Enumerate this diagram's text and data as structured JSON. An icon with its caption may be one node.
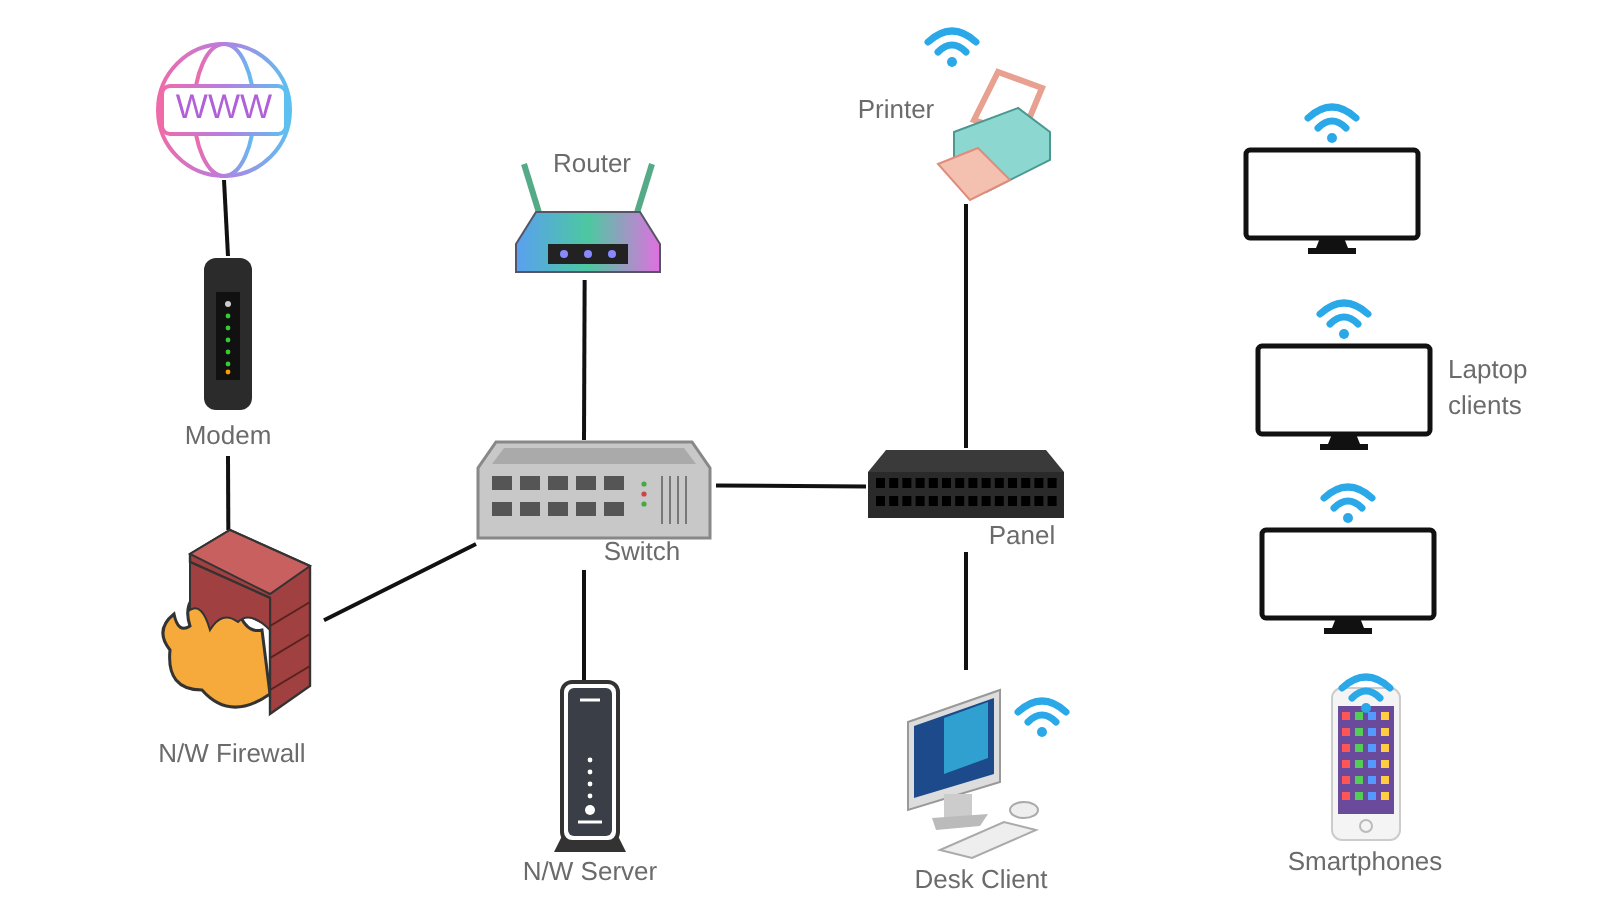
{
  "diagram": {
    "nodes": [
      {
        "text": [
          "WWW"
        ]
      },
      {
        "text": [
          "Modem"
        ]
      },
      {
        "text": [
          "N/W Firewall"
        ]
      },
      {
        "text": [
          "Router"
        ]
      },
      {
        "text": [
          "Switch"
        ]
      },
      {
        "text": [
          "N/W Server"
        ]
      },
      {
        "text": [
          "Printer"
        ]
      },
      {
        "text": [
          "Panel"
        ]
      },
      {
        "text": [
          "Desk Client"
        ]
      },
      {
        "text": [],
        "shape": "box"
      },
      {
        "text": [],
        "shape": "box",
        "beside": [
          "Laptop clients"
        ]
      },
      {
        "text": [],
        "shape": "box"
      },
      {
        "text": [
          "Smartphones"
        ]
      }
    ],
    "edges": [
      {
        "from": 0,
        "to": 1,
        "arrow": "none"
      },
      {
        "from": 1,
        "to": 2,
        "arrow": "none"
      },
      {
        "from": 2,
        "to": 4,
        "arrow": "none"
      },
      {
        "from": 3,
        "to": 4,
        "arrow": "none"
      },
      {
        "from": 4,
        "to": 5,
        "arrow": "none"
      },
      {
        "from": 4,
        "to": 7,
        "arrow": "none"
      },
      {
        "from": 6,
        "to": 7,
        "arrow": "none"
      },
      {
        "from": 7,
        "to": 8,
        "arrow": "none"
      }
    ]
  }
}
